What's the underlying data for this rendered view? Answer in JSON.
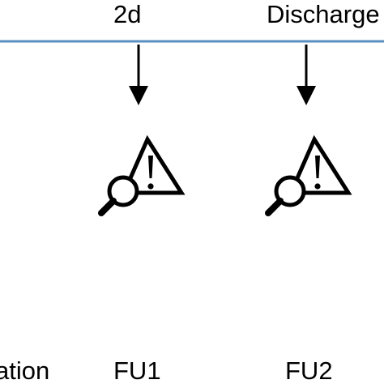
{
  "timeline": {
    "line_color": "#5b8fc2",
    "top_labels": [
      "2d",
      "Discharge"
    ],
    "bottom_labels": [
      "ation",
      "FU1",
      "FU2"
    ]
  },
  "icons": [
    "inspection-warning-icon",
    "inspection-warning-icon"
  ]
}
